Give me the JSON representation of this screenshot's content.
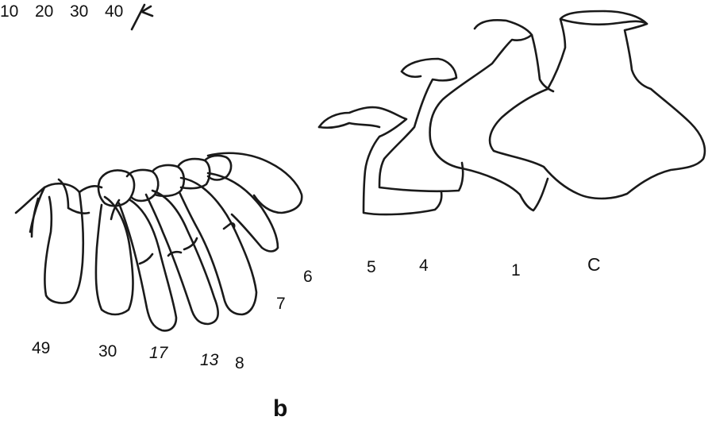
{
  "scale": {
    "ticks": [
      "10",
      "20",
      "30",
      "40"
    ],
    "unit": "μ"
  },
  "lateral_setae": [
    "49",
    "30",
    "17",
    "13",
    "8",
    "7",
    "6"
  ],
  "dorsal_spines": [
    "5",
    "4",
    "1",
    "C"
  ],
  "panel_label": "b"
}
